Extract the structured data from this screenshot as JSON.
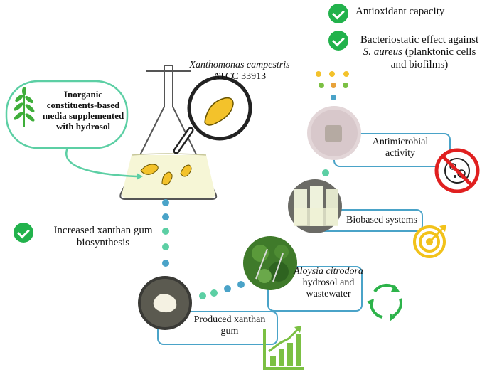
{
  "benefits": {
    "antioxidant": "Antioxidant capacity",
    "bacteriostatic_line1": "Bacteriostatic effect against",
    "bacteriostatic_species": "S. aureus",
    "bacteriostatic_line2_rest": " (planktonic cells",
    "bacteriostatic_line3": "and biofilms)"
  },
  "media_box": {
    "line1": "Inorganic",
    "line2": "constituents-based",
    "line3": "media supplemented",
    "line4": "with hydrosol"
  },
  "organism": {
    "name": "Xanthomonas campestris",
    "strain": "ATCC 33913"
  },
  "biosynthesis": {
    "line1": "Increased xanthan gum",
    "line2": "biosynthesis"
  },
  "stages": {
    "antimicrobial_line1": "Antimicrobial",
    "antimicrobial_line2": "activity",
    "biobased": "Biobased systems",
    "hydrosol_species": "Aloysia citrodora",
    "hydrosol_line2": "hydrosol and",
    "hydrosol_line3": "wastewater",
    "produced_line1": "Produced xanthan",
    "produced_line2": "gum"
  },
  "colors": {
    "check_green": "#22b24c",
    "frame_blue": "#4aa3c8",
    "media_teal": "#5ccfa4",
    "bacteria_yellow": "#f3c22b",
    "icon_green": "#7bc043",
    "target_yellow": "#f2c21a",
    "recycle_green": "#2db34a",
    "prohibit_red": "#e02020"
  },
  "icons": [
    "check-icon",
    "plant-sprig-icon",
    "magnifier-icon",
    "bacteria-icon",
    "prohibited-microbes-icon",
    "target-icon",
    "recycle-icon",
    "growth-chart-icon"
  ]
}
